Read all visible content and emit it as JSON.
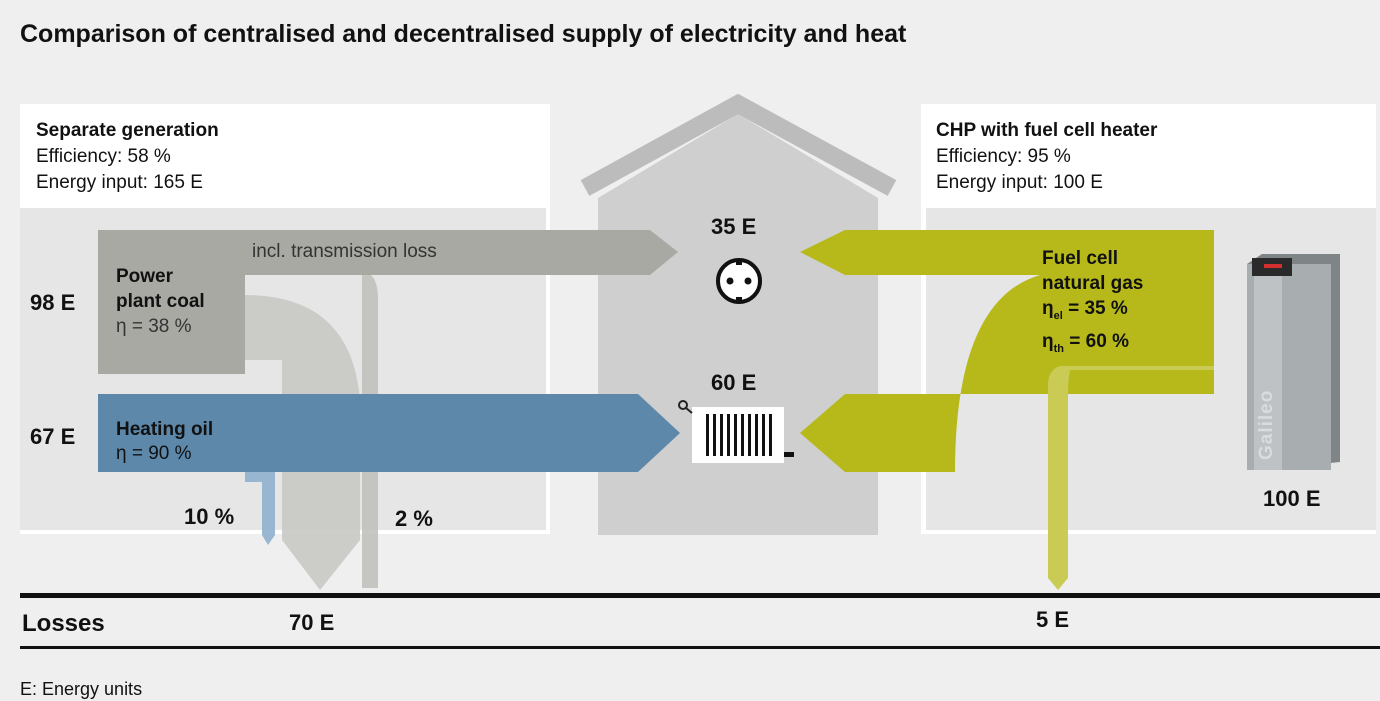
{
  "title": "Comparison of centralised and decentralised supply of electricity and heat",
  "left_panel": {
    "heading": "Separate generation",
    "efficiency": "Efficiency: 58 %",
    "energy_input": "Energy input: 165 E"
  },
  "right_panel": {
    "heading": "CHP with fuel cell heater",
    "efficiency": "Efficiency: 95 %",
    "energy_input": "Energy input: 100 E"
  },
  "flows": {
    "coal_input": "98 E",
    "coal_name_1": "Power",
    "coal_name_2": "plant coal",
    "coal_eta": "η = 38 %",
    "transmission": "incl. transmission loss",
    "oil_input": "67 E",
    "oil_name": "Heating oil",
    "oil_eta": "η = 90 %",
    "oil_loss_pct": "10 %",
    "transmission_loss_pct": "2 %",
    "electricity_out": "35 E",
    "heat_out": "60 E",
    "fuel_cell_1": "Fuel cell",
    "fuel_cell_2": "natural gas",
    "eta_el_sym": "η",
    "eta_el_sub": "el",
    "eta_el_val": " = 35 %",
    "eta_th_sym": "η",
    "eta_th_sub": "th",
    "eta_th_val": " = 60 %",
    "fuel_cell_input": "100 E",
    "device_brand": "Galileo"
  },
  "losses": {
    "label": "Losses",
    "left_value": "70 E",
    "right_value": "5 E"
  },
  "footnote": "E: Energy units",
  "colors": {
    "coal_flow": "#a9a9a4",
    "oil_flow": "#5d88aa",
    "fuel_cell_flow": "#b7b91a",
    "house": "#cfcfcf",
    "panel": "#ffffff",
    "panel_inner": "#e6e6e6"
  }
}
